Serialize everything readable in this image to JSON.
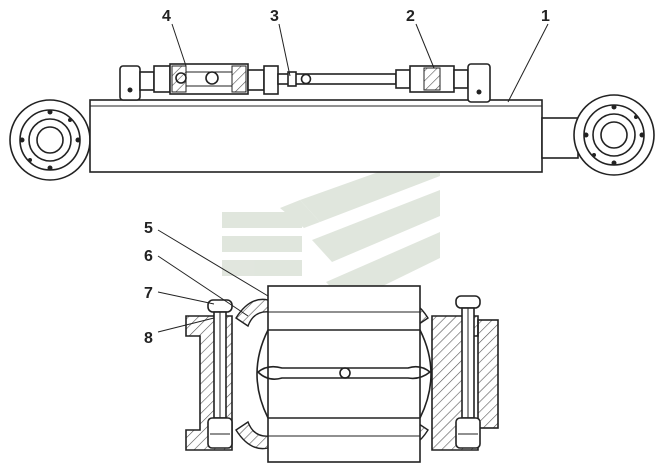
{
  "figure": {
    "callouts": [
      {
        "id": "callout-1",
        "label": "1"
      },
      {
        "id": "callout-2",
        "label": "2"
      },
      {
        "id": "callout-3",
        "label": "3"
      },
      {
        "id": "callout-4",
        "label": "4"
      },
      {
        "id": "callout-5",
        "label": "5"
      },
      {
        "id": "callout-6",
        "label": "6"
      },
      {
        "id": "callout-7",
        "label": "7"
      },
      {
        "id": "callout-8",
        "label": "8"
      }
    ],
    "colors": {
      "line": "#222222",
      "watermark": "#c8d2c2",
      "hatch": "#555555",
      "background": "#ffffff"
    }
  }
}
